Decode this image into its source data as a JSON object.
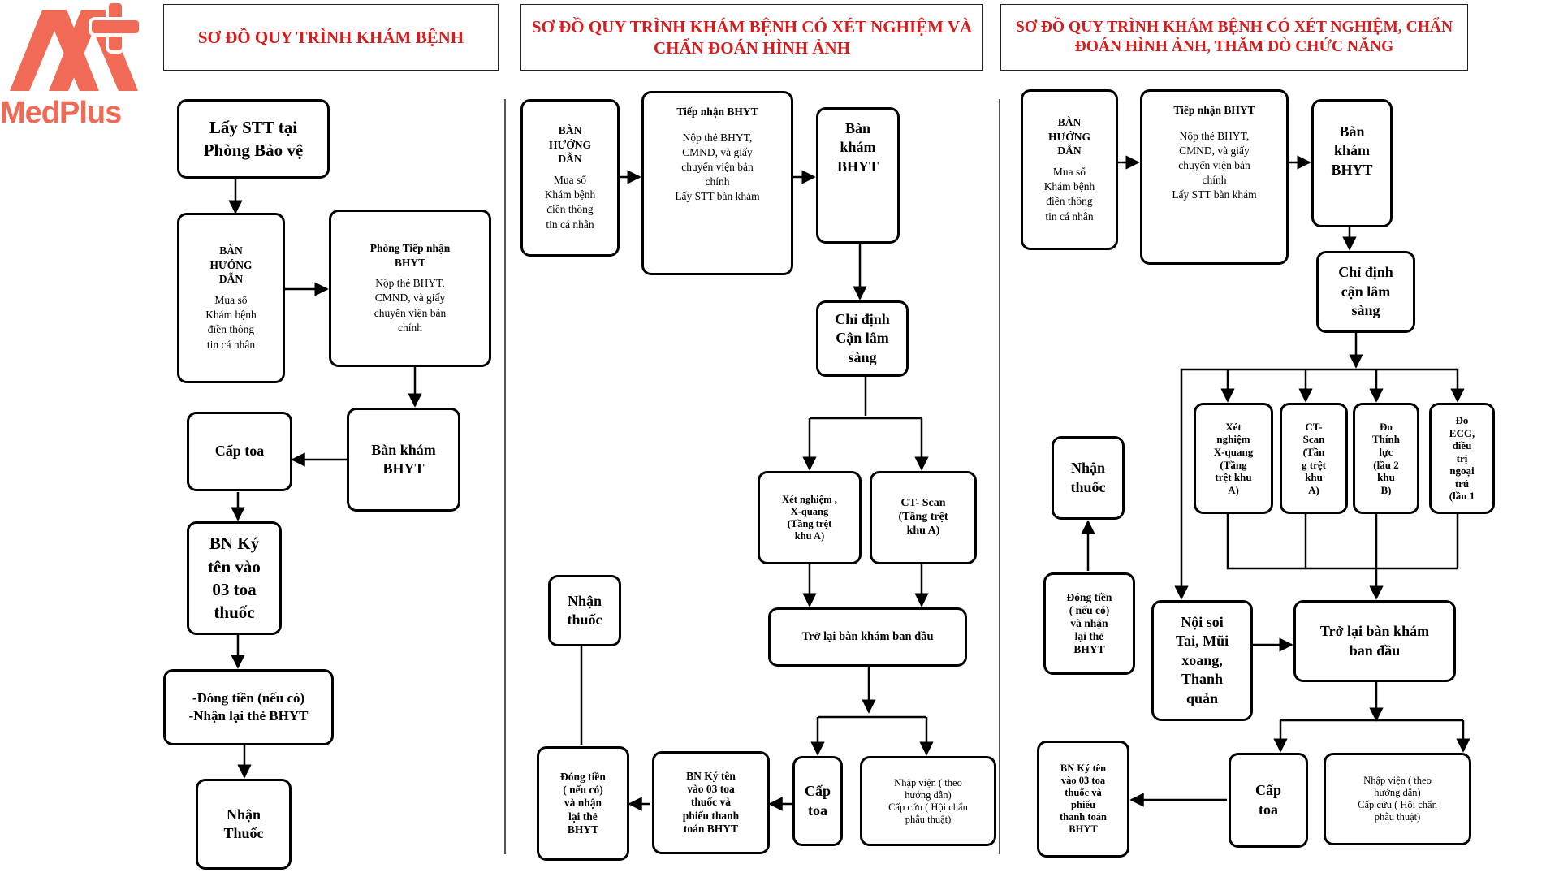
{
  "logo": {
    "text": "MedPlus"
  },
  "colors": {
    "title_red": "#d61c1c",
    "logo_coral": "#f06a55",
    "logo_white": "#ffffff"
  },
  "titles": {
    "t1": "SƠ ĐỒ QUY TRÌNH KHÁM BỆNH",
    "t2": "SƠ ĐỒ QUY TRÌNH KHÁM BỆNH CÓ XÉT NGHIỆM VÀ CHẨN ĐOÁN HÌNH ẢNH",
    "t3": "SƠ ĐỒ QUY TRÌNH KHÁM BỆNH CÓ XÉT NGHIỆM, CHẨN ĐOÁN HÌNH ẢNH, THĂM DÒ CHỨC NĂNG"
  },
  "col1": {
    "stt": "Lấy STT tại\nPhòng Bảo vệ",
    "huongdan_h": "BÀN\nHƯỚNG\nDẪN",
    "huongdan_b": "Mua sổ\nKhám bệnh\nđiền thông\ntin cá nhân",
    "tiepnhan_h": "Phòng Tiếp nhận\nBHYT",
    "tiepnhan_b": "Nộp thẻ BHYT,\nCMND, và giấy\nchuyển viện bản\nchính",
    "bankham": "Bàn khám\nBHYT",
    "captoa": "Cấp toa",
    "ky": "BN Ký\ntên vào\n03 toa\nthuốc",
    "dongtien": "-Đóng tiền (nếu có)\n-Nhận lại thẻ BHYT",
    "nhanthuoc": "Nhận\nThuốc"
  },
  "col2": {
    "huongdan_h": "BÀN\nHƯỚNG\nDẪN",
    "huongdan_b": "Mua sổ\nKhám bệnh\nđiền thông\ntin cá nhân",
    "tiepnhan_h": "Tiếp nhận BHYT",
    "tiepnhan_b": "Nộp thẻ BHYT,\nCMND, và giấy\nchuyển viện bản\nchính\nLấy STT bàn khám",
    "bankham": "Bàn\nkhám\nBHYT",
    "chidinh": "Chỉ định\nCận lâm\nsàng",
    "xetnghiem": "Xét nghiệm ,\nX-quang\n(Tầng trệt\nkhu A)",
    "ctscan": "CT- Scan\n(Tầng trệt\nkhu A)",
    "trolai": "Trở lại bàn khám ban đầu",
    "captoa": "Cấp\ntoa",
    "nhapvien": "Nhập viện ( theo\nhướng dẫn)\nCấp cứu ( Hội chẩn\nphẫu thuật)",
    "ky": "BN Ký tên\nvào 03 toa\nthuốc và\nphiếu thanh\ntoán BHYT",
    "dongtien": "Đóng tiền\n( nếu có)\nvà nhận\nlại thẻ\nBHYT",
    "nhanthuoc": "Nhận\nthuốc"
  },
  "col3": {
    "huongdan_h": "BÀN\nHƯỚNG\nDẪN",
    "huongdan_b": "Mua sổ\nKhám bệnh\nđiền thông\ntin cá nhân",
    "tiepnhan_h": "Tiếp nhận BHYT",
    "tiepnhan_b": "Nộp thẻ BHYT,\nCMND, và giấy\nchuyển viện bản\nchính\nLấy STT bàn khám",
    "bankham": "Bàn\nkhám\nBHYT",
    "chidinh": "Chỉ định\ncận lâm\nsàng",
    "xetnghiem": "Xét\nnghiệm\nX-quang\n(Tầng\ntrệt khu\nA)",
    "ctscan": "CT-\nScan\n(Tần\ng trệt\nkhu\nA)",
    "thinhluc": "Đo\nThính\nlực\n(lầu 2\nkhu\nB)",
    "ecg": "Đo\nECG,\nđiều\ntrị\nngoại\ntrú\n(lầu 1",
    "noisoi": "Nội soi\nTai, Mũi\nxoang,\nThanh\nquản",
    "trolai": "Trở lại bàn khám\nban đầu",
    "nhanthuoc": "Nhận\nthuốc",
    "dongtien": "Đóng tiền\n( nếu có)\nvà nhận\nlại thẻ\nBHYT",
    "captoa": "Cấp\ntoa",
    "nhapvien": "Nhập viện ( theo\nhướng dẫn)\nCấp cứu ( Hội chẩn\nphẫu thuật)",
    "ky": "BN Ký tên\nvào 03 toa\nthuốc và\nphiếu\nthanh toán\nBHYT"
  }
}
